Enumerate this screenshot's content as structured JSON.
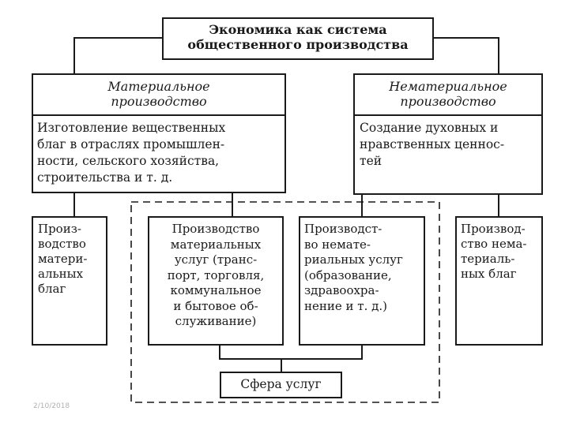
{
  "root": {
    "line1": "Экономика как система",
    "line2": "общественного производства"
  },
  "material": {
    "title_line1": "Материальное",
    "title_line2": "производство",
    "desc_lines": [
      "Изготовление вещественных",
      "благ в отраслях промышлен-",
      "ности, сельского хозяйства,",
      "строительства и т. д."
    ]
  },
  "nonmaterial": {
    "title_line1": "Нематериальное",
    "title_line2": "производство",
    "desc_lines": [
      "Создание духовных и",
      "нравственных ценнос-",
      "тей"
    ]
  },
  "material_goods": {
    "lines": [
      "Произ-",
      "водство",
      "матери-",
      "альных",
      "благ"
    ]
  },
  "material_services": {
    "lines": [
      "Производство",
      "материальных",
      "услуг (транс-",
      "порт, торговля,",
      "коммунальное",
      "и бытовое об-",
      "служивание)"
    ]
  },
  "nonmaterial_services": {
    "lines": [
      "Производст-",
      "во немате-",
      "риальных услуг",
      "(образование,",
      "здравоохра-",
      "нение и т. д.)"
    ]
  },
  "nonmaterial_goods": {
    "lines": [
      "Производ-",
      "ство нема-",
      "териаль-",
      "ных благ"
    ]
  },
  "services_sphere": {
    "label": "Сфера услуг"
  },
  "footer": {
    "date_stamp": "2/10/2018"
  }
}
